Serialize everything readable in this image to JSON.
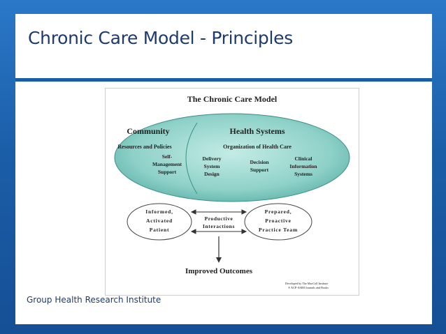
{
  "slide": {
    "title": "Chronic Care Model - Principles",
    "footer": "Group Health Research Institute"
  },
  "diagram": {
    "heading": "The Chronic Care Model",
    "community": {
      "title": "Community",
      "subtitle": "Resources and Policies"
    },
    "health_systems": {
      "title": "Health Systems",
      "subtitle": "Organization of Health Care"
    },
    "components": {
      "self_mgmt": [
        "Self-",
        "Management",
        "Support"
      ],
      "delivery": [
        "Delivery",
        "System",
        "Design"
      ],
      "decision": [
        "Decision",
        "Support"
      ],
      "clinical": [
        "Clinical",
        "Information",
        "Systems"
      ]
    },
    "patient": [
      "Informed,",
      "Activated",
      "Patient"
    ],
    "interactions": [
      "Productive",
      "Interactions"
    ],
    "team": [
      "Prepared,",
      "Proactive",
      "Practice Team"
    ],
    "outcomes": "Improved Outcomes",
    "credit": [
      "Developed by The MacColl Institute",
      "® ACP-ASIM Journals and Books"
    ]
  },
  "colors": {
    "background": "#1b5ea8",
    "title": "#1d3b6e",
    "ellipse_fill": "#8ed1c8"
  }
}
